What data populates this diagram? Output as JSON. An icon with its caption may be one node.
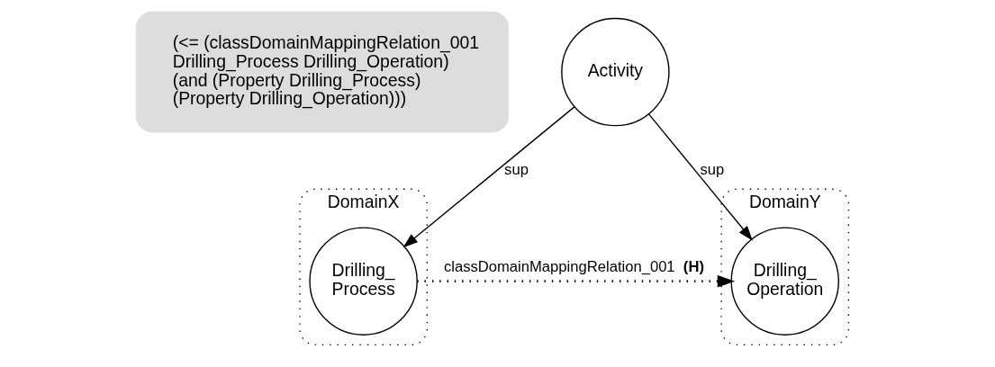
{
  "diagram": {
    "nodes": [
      {
        "text": [
          "(<= (classDomainMappingRelation_001 Drilling_Process Drilling_Operation) (and (Property Drilling_Process) (Property Drilling_Operation)))"
        ]
      },
      {
        "text": [
          "Activity"
        ]
      },
      {
        "text": [
          "DomainX"
        ]
      },
      {
        "text": [
          "Drilling_ Process"
        ],
        "in": 2
      },
      {
        "text": [
          "DomainY"
        ]
      },
      {
        "text": [
          "Drilling_ Operation"
        ],
        "in": 4
      }
    ],
    "edges": [
      {
        "from": 1,
        "to": 3,
        "arrow": "to",
        "label": "sup"
      },
      {
        "from": 1,
        "to": 5,
        "arrow": "to",
        "label": "sup"
      },
      {
        "from": 3,
        "to": 5,
        "arrow": "to",
        "style": "dashed",
        "label": "classDomainMappingRelation_001 **(H)**"
      }
    ]
  }
}
